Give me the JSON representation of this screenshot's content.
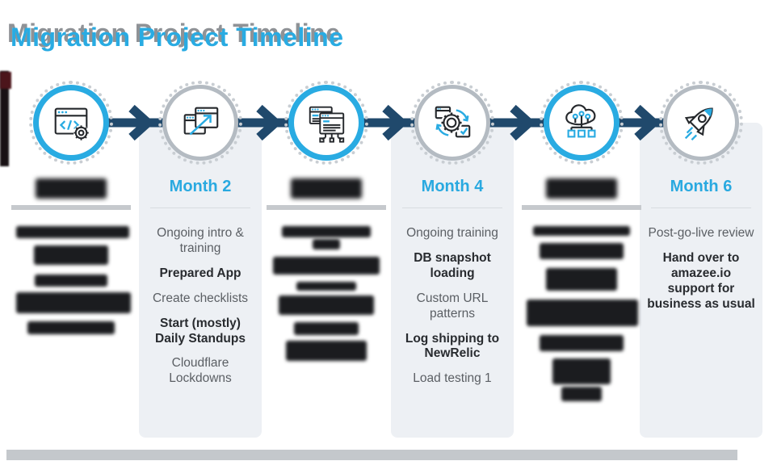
{
  "header": {
    "title": "Migration Project Timeline"
  },
  "colors": {
    "accent_blue": "#29abe2",
    "arrow_navy": "#20496c",
    "card_background": "#edf0f4",
    "redaction_black": "#1b1c1f",
    "ring_gray": "#b4bbc2",
    "task_text": "#5b5f64",
    "task_text_bold": "#282b2f",
    "title_shadow_gray": "#8f9296"
  },
  "arrows": {
    "count": 5,
    "direction": "right",
    "style": "navy bar with chevron head"
  },
  "months": [
    {
      "label": "",
      "label_redacted": true,
      "ring": "blue",
      "card": false,
      "icon": "code-window-gear-icon",
      "items": [
        {
          "redacted": true,
          "w": 140,
          "h": 15,
          "mt": 12
        },
        {
          "redacted": true,
          "w": 92,
          "h": 24,
          "mt": 9
        },
        {
          "redacted": true,
          "w": 90,
          "h": 15,
          "mt": 12
        },
        {
          "redacted": true,
          "w": 142,
          "h": 26,
          "mt": 7
        },
        {
          "redacted": true,
          "w": 108,
          "h": 16,
          "mt": 10
        }
      ]
    },
    {
      "label": "Month 2",
      "label_redacted": false,
      "ring": "gray",
      "card": true,
      "icon": "windows-growth-arrow-icon",
      "items": [
        {
          "text": "Ongoing intro & training",
          "bold": false
        },
        {
          "text": "Prepared App",
          "bold": true
        },
        {
          "text": "Create checklists",
          "bold": false
        },
        {
          "text": "Start (mostly) Daily Standups",
          "bold": true
        },
        {
          "text": "Cloudflare Lockdowns",
          "bold": false
        }
      ]
    },
    {
      "label": "",
      "label_redacted": true,
      "ring": "blue",
      "card": false,
      "icon": "windows-network-icon",
      "items": [
        {
          "redacted": true,
          "w": 110,
          "h": 14,
          "mt": 12
        },
        {
          "redacted": true,
          "w": 34,
          "h": 13,
          "mt": 2
        },
        {
          "redacted": true,
          "w": 132,
          "h": 22,
          "mt": 9
        },
        {
          "redacted": true,
          "w": 74,
          "h": 11,
          "mt": 9
        },
        {
          "redacted": true,
          "w": 118,
          "h": 24,
          "mt": 6
        },
        {
          "redacted": true,
          "w": 80,
          "h": 16,
          "mt": 9
        },
        {
          "redacted": true,
          "w": 100,
          "h": 25,
          "mt": 7
        }
      ]
    },
    {
      "label": "Month 4",
      "label_redacted": false,
      "ring": "gray",
      "card": true,
      "icon": "gear-sync-icon",
      "items": [
        {
          "text": "Ongoing training",
          "bold": false
        },
        {
          "text": "DB snapshot loading",
          "bold": true
        },
        {
          "text": "Custom URL patterns",
          "bold": false
        },
        {
          "text": "Log shipping to NewRelic",
          "bold": true
        },
        {
          "text": "Load testing 1",
          "bold": false
        }
      ]
    },
    {
      "label": "",
      "label_redacted": true,
      "ring": "blue",
      "card": false,
      "icon": "cloud-network-icon",
      "items": [
        {
          "redacted": true,
          "w": 120,
          "h": 12,
          "mt": 12
        },
        {
          "redacted": true,
          "w": 104,
          "h": 20,
          "mt": 9
        },
        {
          "redacted": true,
          "w": 88,
          "h": 28,
          "mt": 11
        },
        {
          "redacted": true,
          "w": 138,
          "h": 33,
          "mt": 11
        },
        {
          "redacted": true,
          "w": 104,
          "h": 20,
          "mt": 11
        },
        {
          "redacted": true,
          "w": 72,
          "h": 32,
          "mt": 9
        },
        {
          "redacted": true,
          "w": 50,
          "h": 18,
          "mt": 3
        }
      ]
    },
    {
      "label": "Month 6",
      "label_redacted": false,
      "ring": "gray",
      "card": true,
      "icon": "rocket-icon",
      "items": [
        {
          "text": "Post-go-live review",
          "bold": false
        },
        {
          "text": "Hand over to amazee.io support for business as usual",
          "bold": true
        }
      ]
    }
  ]
}
